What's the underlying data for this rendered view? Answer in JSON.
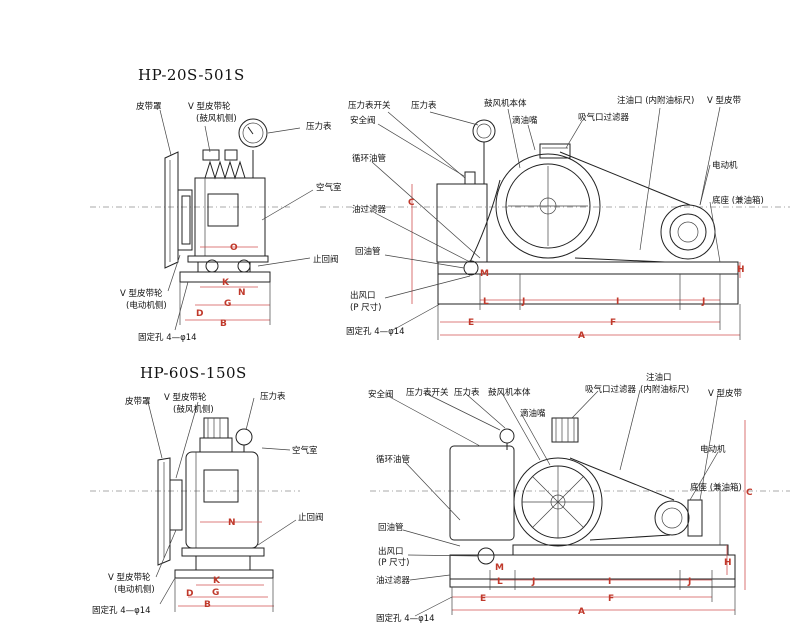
{
  "models": [
    {
      "title": "HP-20S-501S",
      "side_labels": [
        "皮带罩",
        "V 型皮带轮",
        "(鼓风机侧)",
        "压力表",
        "空气室",
        "止回阀",
        "V 型皮带轮",
        "(电动机侧)",
        "固定孔 4—φ14"
      ],
      "front_labels": [
        "压力表开关",
        "压力表",
        "安全阀",
        "鼓风机本体",
        "滴油嘴",
        "吸气口过滤器",
        "注油口 (内附油标尺)",
        "V 型皮带",
        "循环油管",
        "电动机",
        "油过滤器",
        "底座 (兼油箱)",
        "回油管",
        "出风口",
        "(P 尺寸)",
        "固定孔 4—φ14"
      ],
      "side_dims": [
        "O",
        "K",
        "N",
        "G",
        "D",
        "B"
      ],
      "front_dims": [
        "C",
        "H",
        "M",
        "L",
        "J",
        "I",
        "J",
        "E",
        "F",
        "A"
      ]
    },
    {
      "title": "HP-60S-150S",
      "side_labels": [
        "皮带罩",
        "V 型皮带轮",
        "(鼓风机侧)",
        "压力表",
        "空气室",
        "止回阀",
        "V 型皮带轮",
        "(电动机侧)",
        "固定孔 4—φ14"
      ],
      "front_labels": [
        "安全阀",
        "压力表开关",
        "压力表",
        "鼓风机本体",
        "滴油嘴",
        "吸气口过滤器",
        "注油口",
        "(内附油标尺)",
        "V 型皮带",
        "循环油管",
        "电动机",
        "底座 (兼油箱)",
        "回油管",
        "出风口",
        "(P 尺寸)",
        "油过滤器",
        "固定孔 4—φ14"
      ],
      "side_dims": [
        "N",
        "K",
        "G",
        "D",
        "B"
      ],
      "front_dims": [
        "C",
        "H",
        "M",
        "L",
        "J",
        "I",
        "J",
        "E",
        "F",
        "A"
      ]
    }
  ]
}
